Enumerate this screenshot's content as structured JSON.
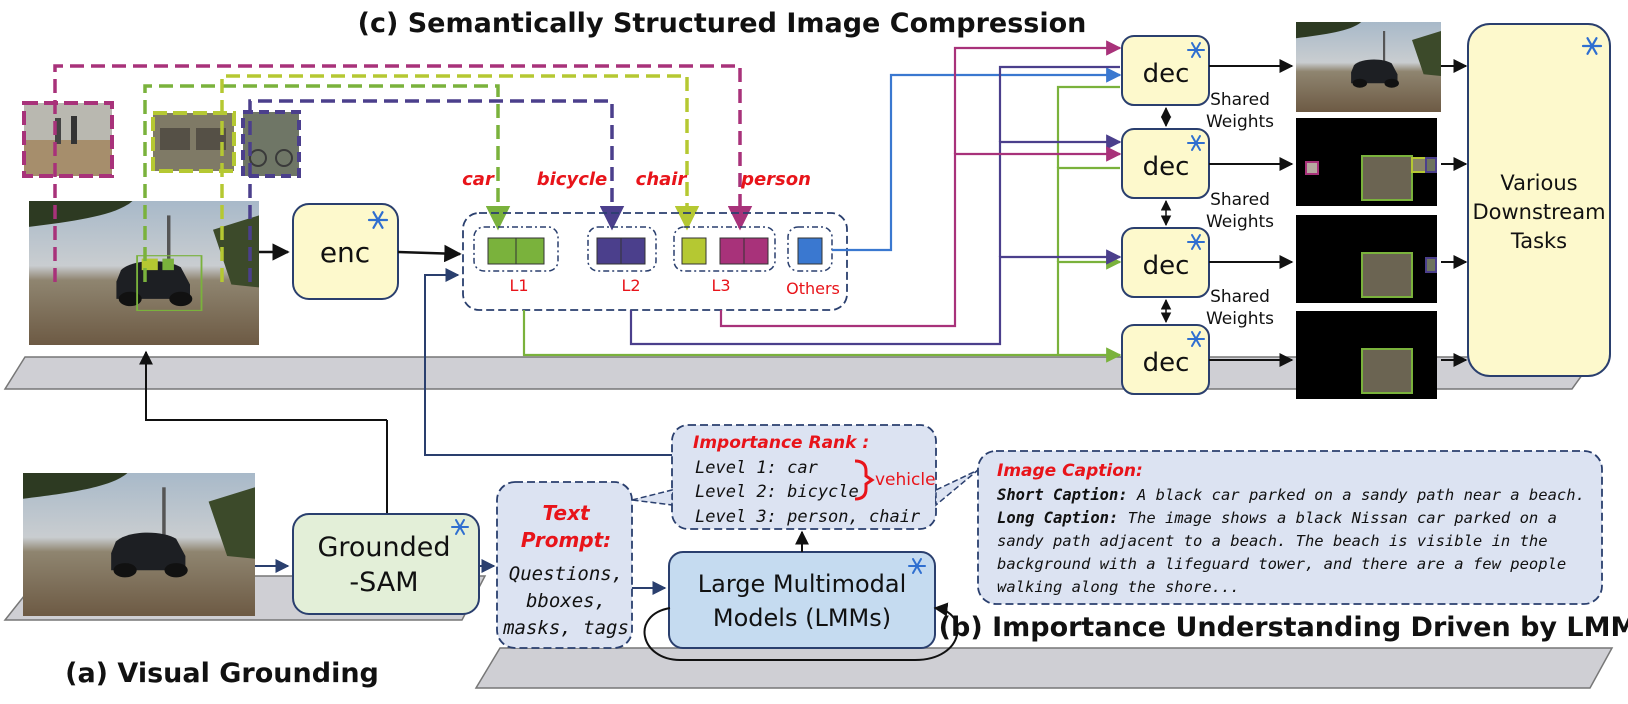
{
  "titles": {
    "c": "(c) Semantically Structured Image Compression",
    "a": "(a) Visual Grounding",
    "b": "(b) Importance Understanding Driven by LMM"
  },
  "modules": {
    "enc": "enc",
    "dec": "dec",
    "grounded_sam_line1": "Grounded",
    "grounded_sam_line2": "-SAM",
    "lmm_line1": "Large Multimodal",
    "lmm_line2": "Models (LMMs)",
    "downstream_line1": "Various",
    "downstream_line2": "Downstream",
    "downstream_line3": "Tasks"
  },
  "shared_weights": {
    "line1": "Shared",
    "line2": "Weights"
  },
  "object_labels": {
    "car": "car",
    "bicycle": "bicycle",
    "chair": "chair",
    "person": "person"
  },
  "level_labels": {
    "l1": "L1",
    "l2": "L2",
    "l3": "L3",
    "others": "Others"
  },
  "text_prompt": {
    "title_line1": "Text",
    "title_line2": "Prompt:",
    "line1": "Questions,",
    "line2": "bboxes,",
    "line3": "masks, tags"
  },
  "importance_rank": {
    "title": "Importance Rank :",
    "level1": "Level 1:  car",
    "level2": "Level 2:  bicycle",
    "level3": "Level 3:  person, chair",
    "group_label": "vehicle"
  },
  "image_caption": {
    "title": "Image Caption:",
    "short_label": "Short Caption:",
    "short_text": " A black car parked on a sandy path near a beach.",
    "long_label": "Long Caption:",
    "long_text1": " The image shows a black Nissan car parked on a",
    "long_text2": "sandy path adjacent to a beach. The beach is visible in the",
    "long_text3": "background with a lifeguard tower, and there are a few people",
    "long_text4": "walking along the shore..."
  },
  "colors": {
    "l1_green": "#7ab23c",
    "l2_purple": "#4b3f8c",
    "l3_yellowgreen": "#b5c832",
    "l3_magenta": "#a8327a",
    "others_blue": "#3a78d0",
    "navy": "#2a3f6e",
    "box_yellow": "#fdf9cc",
    "box_green": "#e3efd8",
    "box_blue": "#c5dbf0",
    "panel_blue": "#dce3f2"
  }
}
